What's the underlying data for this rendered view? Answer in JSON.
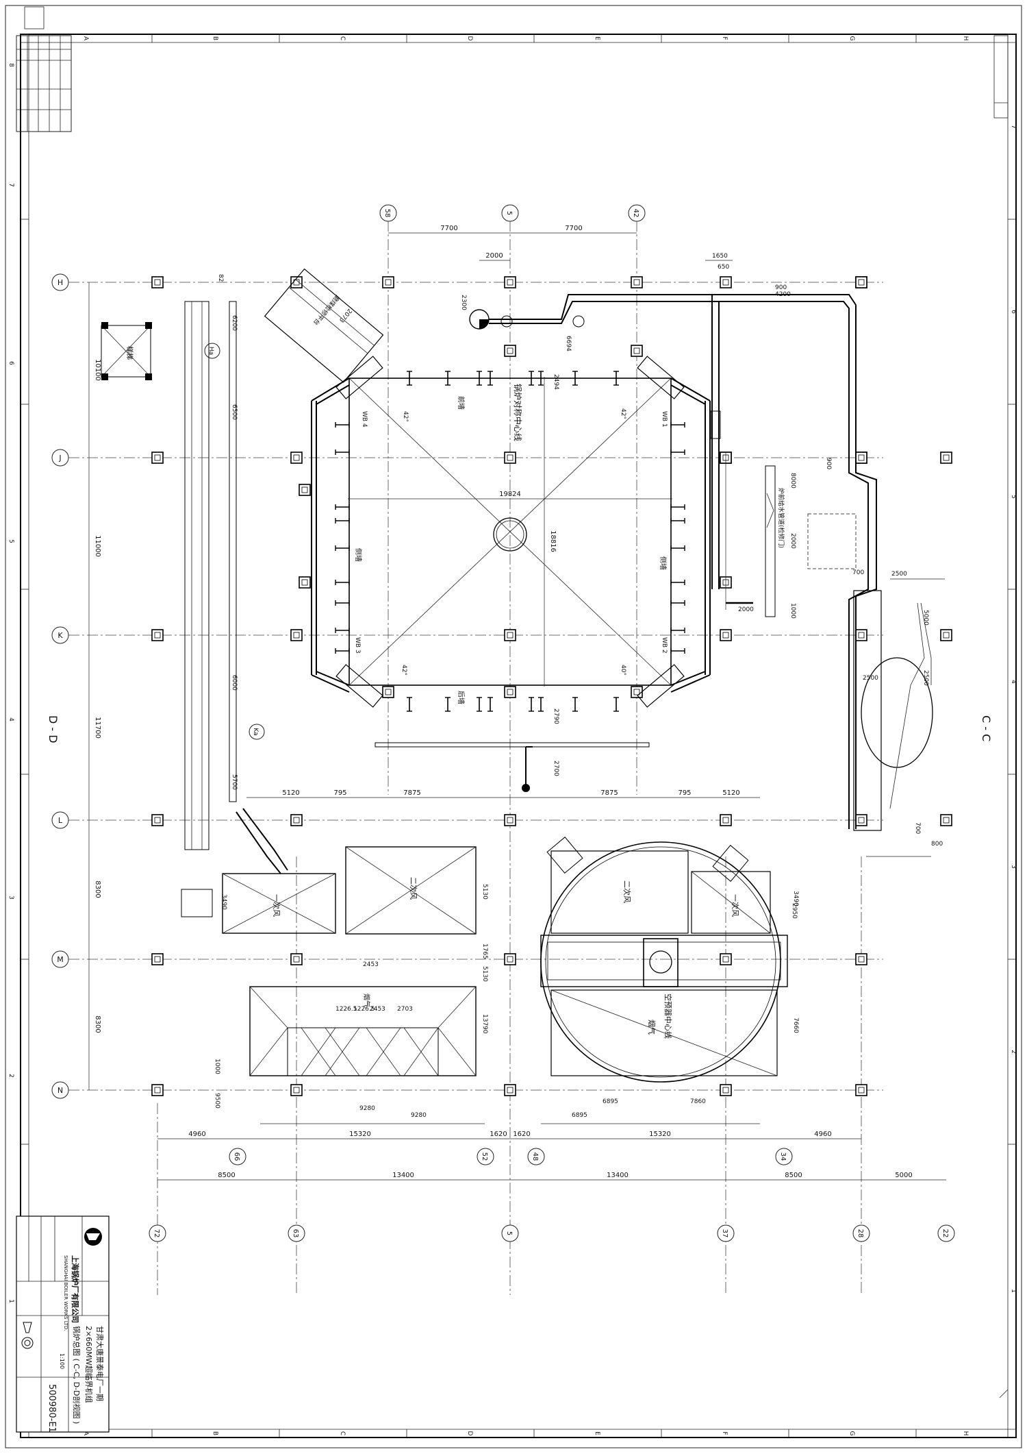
{
  "drawing": {
    "section_label_left": "D - D",
    "section_label_right": "C - C",
    "margin_letters_top": [
      "A",
      "B",
      "C",
      "D",
      "E",
      "F",
      "G",
      "H"
    ],
    "margin_letters_bottom": [
      "A",
      "B",
      "C",
      "D",
      "E",
      "F",
      "G",
      "H"
    ],
    "margin_numbers_right": [
      "7",
      "6",
      "5",
      "4",
      "3",
      "2",
      "1"
    ],
    "margin_numbers_left": [
      "8",
      "7",
      "6",
      "5",
      "4",
      "3",
      "2",
      "1"
    ]
  },
  "title_block": {
    "company_cn": "上海锅炉厂有限公司",
    "company_en": "SHANGHAI BOILER WORKS LTD.",
    "project_line1": "甘肃大唐景泰电厂一期",
    "project_line2": "2×660MW超临界机组",
    "drawing_title": "锅炉总图 ( C-C, D-D剖视图 )",
    "drawing_no": "500980-E1",
    "scale": "1:100"
  },
  "grid": {
    "rows": [
      "H",
      "J",
      "K",
      "L",
      "M",
      "N"
    ],
    "top_bubbles": [
      "58",
      "5",
      "42"
    ],
    "row1_bubbles": [
      "66",
      "52",
      "48",
      "34"
    ],
    "row2_bubbles": [
      "72",
      "63",
      "5",
      "37",
      "28",
      "22"
    ],
    "ka_bubble": "Ka",
    "ha_bubble": "Ha"
  },
  "dimensions": {
    "top": [
      "7700",
      "7700",
      "2000",
      "1650",
      "650"
    ],
    "furnace_width": "19824",
    "furnace_depth": "18816",
    "row_spacing": [
      "10100",
      "11000",
      "11700",
      "8300",
      "8300"
    ],
    "lower_row1": [
      "4960",
      "15320",
      "1620",
      "1620",
      "15320",
      "4960"
    ],
    "lower_row2": [
      "8500",
      "13400",
      "13400",
      "8500",
      "5000"
    ],
    "left_bays": [
      "5120",
      "795",
      "7875"
    ],
    "right_bays": [
      "7875",
      "795",
      "5120"
    ],
    "misc": [
      "6200",
      "6500",
      "6000",
      "5700",
      "2300",
      "6694",
      "2494",
      "2790",
      "2700",
      "3490",
      "5130",
      "1765",
      "5130",
      "13790",
      "2453",
      "1226.5",
      "1226.5",
      "2453",
      "2703",
      "1000",
      "9500",
      "9280",
      "9280",
      "6895",
      "6895",
      "7860",
      "3490",
      "7660",
      "2950",
      "2500",
      "5000",
      "2500",
      "800",
      "700",
      "700",
      "2500",
      "2000",
      "8000",
      "2000",
      "1000",
      "900",
      "900",
      "4200",
      "82"
    ]
  },
  "labels": {
    "front_wall": "前墙",
    "rear_wall": "后墙",
    "side_wall_left": "侧墙",
    "side_wall_right": "侧墙",
    "boiler_centerline": "锅炉对称中心线",
    "secondary_air": "二次风",
    "primary_air": "一次风",
    "flue_gas": "烟气",
    "ahp_centerline": "空预器中心线",
    "burner_ids": [
      "WB 4",
      "WB 1",
      "WB 3",
      "WB 2"
    ],
    "angle": "42°",
    "angle2": "40°",
    "stair_label": "梯梯",
    "maint_platform": "磨煤检修平台",
    "maint_note": "2073",
    "dim_6500": "6500",
    "pipe_note": "炉前给水管道(检修门)"
  },
  "colors": {
    "ink": "#111111",
    "paper": "#ffffff"
  }
}
